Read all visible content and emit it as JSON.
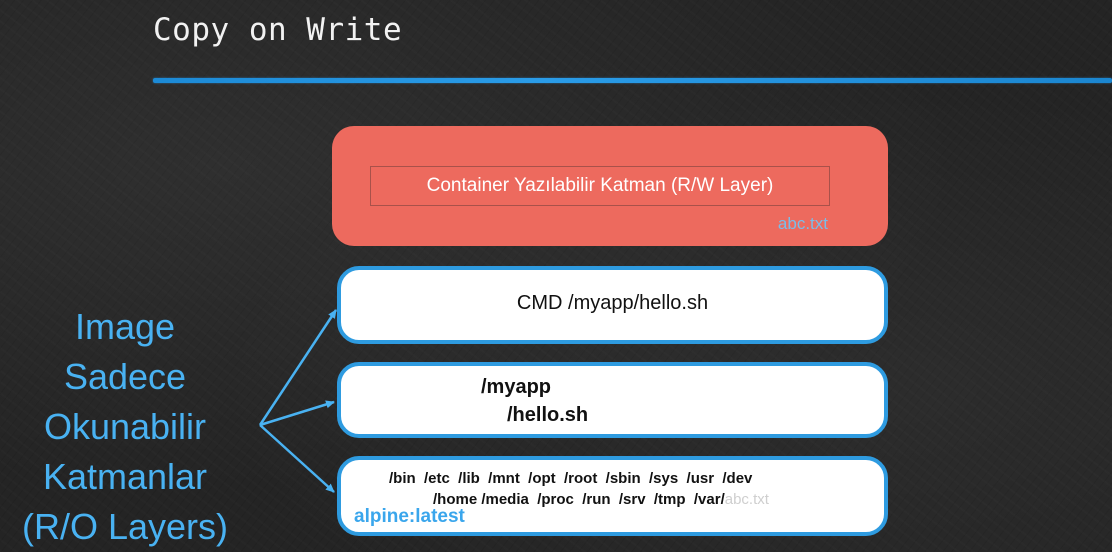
{
  "title": "Copy on Write",
  "rw_layer": {
    "label": "Container Yazılabilir Katman (R/W Layer)",
    "file": "abc.txt"
  },
  "image_layers": {
    "cmd": "CMD /myapp/hello.sh",
    "app_dir": "/myapp",
    "app_file": "/hello.sh",
    "base_dirs_line1": "/bin  /etc  /lib  /mnt  /opt  /root  /sbin  /sys  /usr  /dev",
    "base_dirs_line2": "/home /media  /proc  /run  /srv  /tmp  /var/",
    "base_file_ghost": "abc.txt",
    "base_name": "alpine:latest"
  },
  "side_label": {
    "line1": "Image",
    "line2": "Sadece",
    "line3": "Okunabilir",
    "line4": "Katmanlar",
    "line5": "(R/O Layers)"
  },
  "colors": {
    "title_rule": "#1c8ad6",
    "rw_layer_fill": "#ed6a5e",
    "ro_layer_border": "#2e9be0",
    "accent_text": "#49b2f2",
    "background": "#242424"
  }
}
